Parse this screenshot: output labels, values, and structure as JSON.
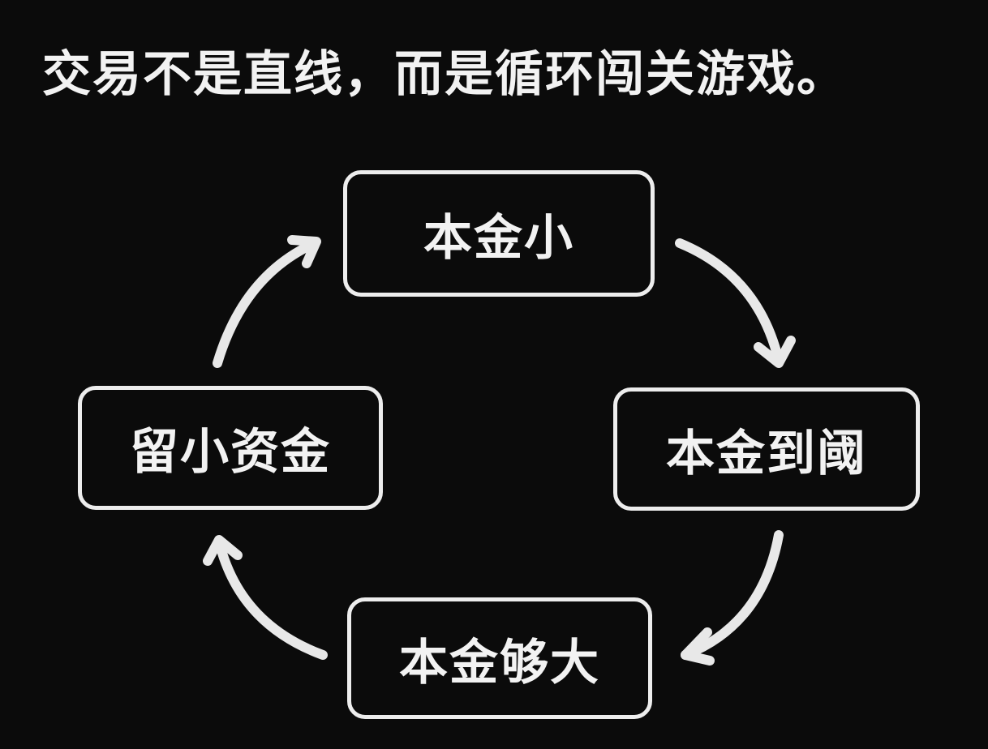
{
  "title": "交易不是直线，而是循环闯关游戏。",
  "diagram": {
    "type": "cycle",
    "nodes": [
      {
        "id": "top",
        "label": "本金小"
      },
      {
        "id": "right",
        "label": "本金到阈"
      },
      {
        "id": "bottom",
        "label": "本金够大"
      },
      {
        "id": "left",
        "label": "留小资金"
      }
    ],
    "edges": [
      {
        "from": "top",
        "to": "right"
      },
      {
        "from": "right",
        "to": "bottom"
      },
      {
        "from": "bottom",
        "to": "left"
      },
      {
        "from": "left",
        "to": "top"
      }
    ]
  },
  "colors": {
    "background": "#0b0b0b",
    "foreground": "#f2f2f2",
    "stroke": "#e8e8e8"
  }
}
